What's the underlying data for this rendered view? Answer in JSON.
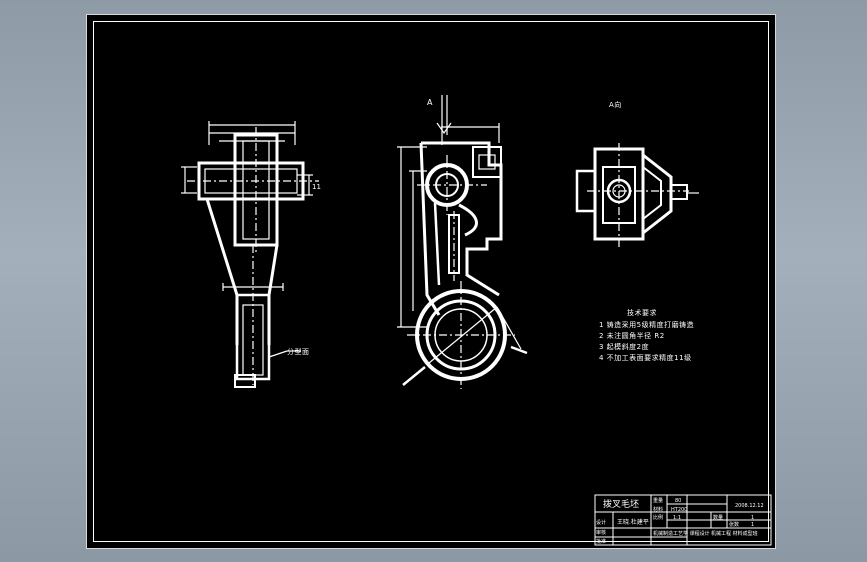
{
  "drawing": {
    "view_label_a": "A",
    "view_label_right": "A向",
    "section_label": "分型面",
    "dim_right": "11",
    "tech_requirements": {
      "title": "技术要求",
      "items": [
        "1 铸造采用5级精度打磨铸造",
        "2 未注圆角半径 R2",
        "3 起模斜度2度",
        "4 不加工表面要求精度11级"
      ]
    }
  },
  "title_block": {
    "part_name": "拨叉毛坯",
    "designer_label": "设计",
    "designer_name": "王晓.杜建平",
    "check_label": "审核",
    "approve_label": "批准",
    "material_label": "材料",
    "material_value": "HT200",
    "scale_label": "比例",
    "scale_value": "1:1",
    "qty_label": "数量",
    "qty_value": "1",
    "weight_label": "重量",
    "weight_value": "80",
    "date": "2008.12.12",
    "school": "机械制造工艺学 课程设计",
    "class_info": "机械工程 材料成型班",
    "sheet_label": "张数",
    "sheet_value": "1"
  }
}
